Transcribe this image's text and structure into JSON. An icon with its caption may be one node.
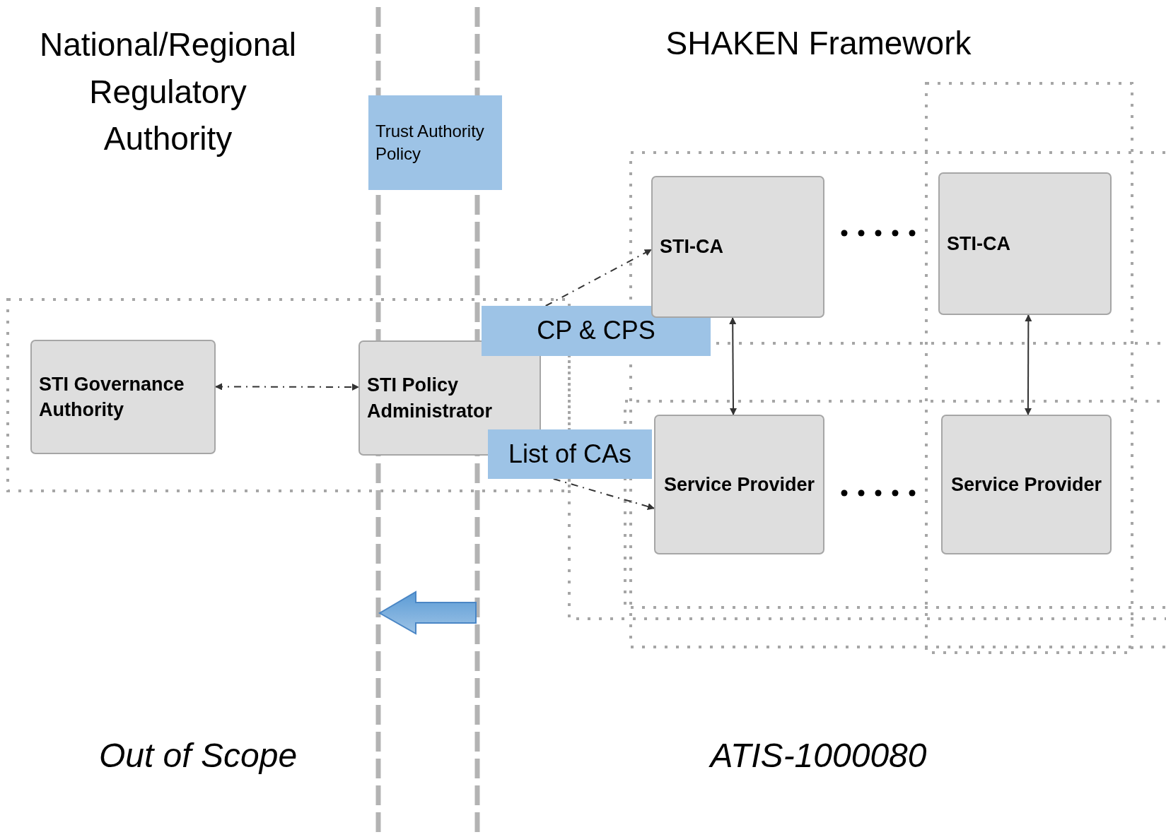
{
  "diagram": {
    "nodes": [
      {
        "text": [
          "STI Governance Authority"
        ]
      },
      {
        "text": [
          "STI Policy Administrator"
        ]
      },
      {
        "text": [
          "Trust Authority Policy"
        ]
      },
      {
        "text": [
          "CP & CPS"
        ]
      },
      {
        "text": [
          "List of CAs"
        ]
      },
      {
        "text": [
          "STI-CA"
        ]
      },
      {
        "text": [
          "STI-CA"
        ]
      },
      {
        "text": [
          "Service Provider"
        ]
      },
      {
        "text": [
          "Service Provider"
        ]
      }
    ],
    "edges": [
      {
        "from": 0,
        "to": 1,
        "arrow": "both",
        "style": "dashed"
      },
      {
        "from": 3,
        "to": 5,
        "arrow": "to",
        "style": "dashed"
      },
      {
        "from": 4,
        "to": 7,
        "arrow": "to",
        "style": "dashed"
      },
      {
        "from": 5,
        "to": 7,
        "arrow": "both"
      },
      {
        "from": 6,
        "to": 8,
        "arrow": "both"
      }
    ],
    "labels": [
      "National/Regional Regulatory Authority",
      "SHAKEN Framework",
      "Out of Scope",
      "ATIS-1000080"
    ]
  }
}
